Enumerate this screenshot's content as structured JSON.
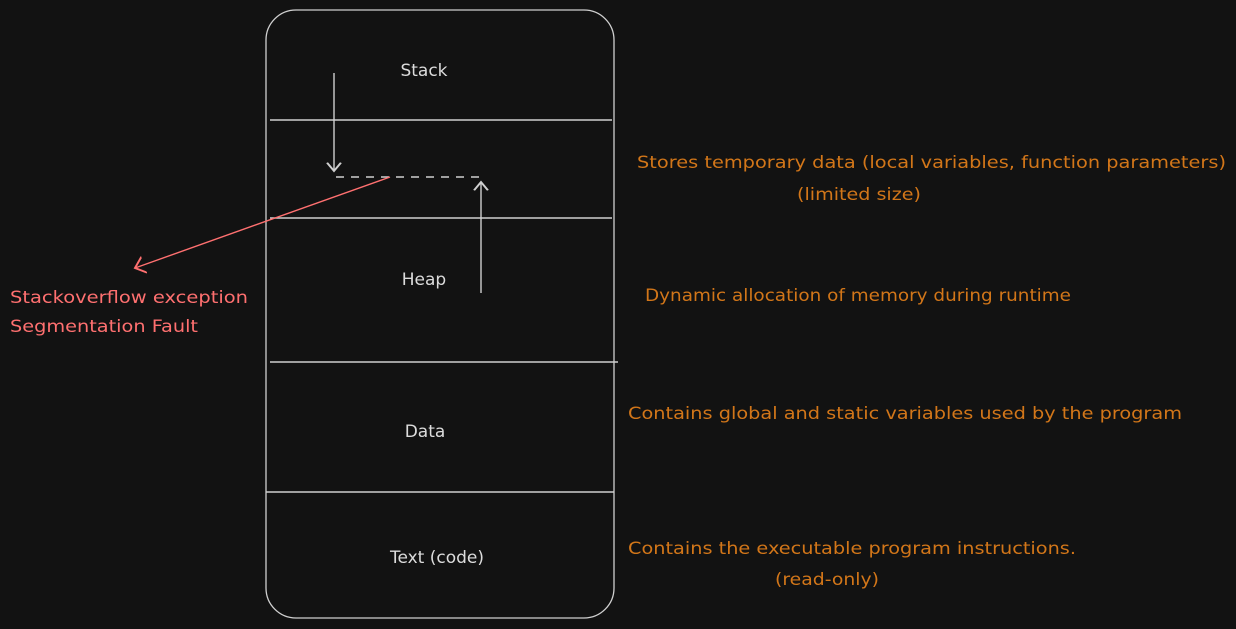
{
  "segments": {
    "stack": "Stack",
    "heap": "Heap",
    "data": "Data",
    "text": "Text (code)"
  },
  "annotations": {
    "stack_desc": "Stores temporary data (local variables, function parameters)",
    "stack_note": "(limited size)",
    "heap_desc": "Dynamic allocation of memory during runtime",
    "data_desc": "Contains global and static variables used by the program",
    "text_desc": "Contains the executable program instructions.",
    "text_note": "(read-only)"
  },
  "errors": {
    "line1": "Stackoverflow exception",
    "line2": "Segmentation Fault"
  },
  "colors": {
    "background": "#121212",
    "stroke": "#d0d0d0",
    "annotation": "#d27619",
    "error": "#ff7070"
  }
}
